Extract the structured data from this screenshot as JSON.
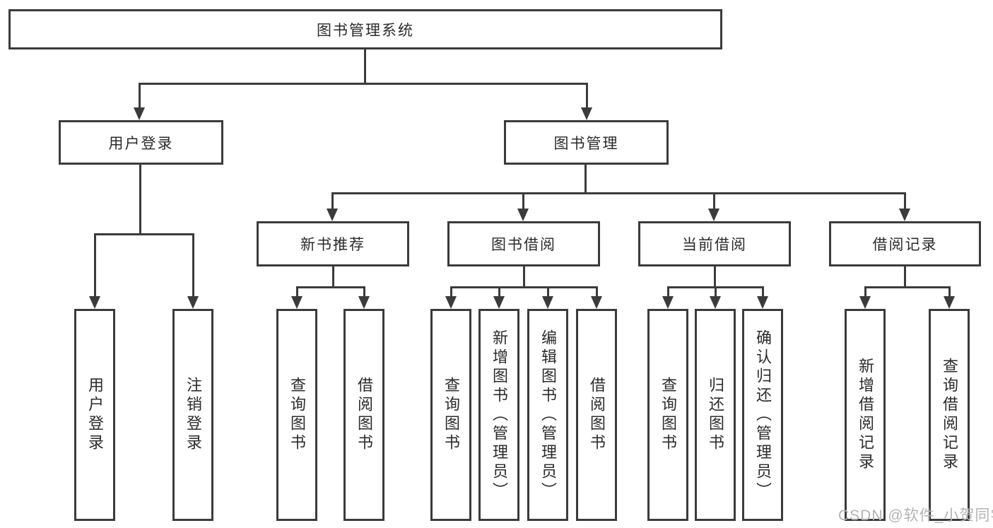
{
  "diagram_title": "图书管理系统",
  "tree": {
    "label": "图书管理系统",
    "children": [
      {
        "label": "用户登录",
        "children": [
          {
            "label": "用户登录"
          },
          {
            "label": "注销登录"
          }
        ]
      },
      {
        "label": "图书管理",
        "children": [
          {
            "label": "新书推荐",
            "children": [
              {
                "label": "查询图书"
              },
              {
                "label": "借阅图书"
              }
            ]
          },
          {
            "label": "图书借阅",
            "children": [
              {
                "label": "查询图书"
              },
              {
                "label": "新增图书（管理员）"
              },
              {
                "label": "编辑图书（管理员）"
              },
              {
                "label": "借阅图书"
              }
            ]
          },
          {
            "label": "当前借阅",
            "children": [
              {
                "label": "查询图书"
              },
              {
                "label": "归还图书"
              },
              {
                "label": "确认归还（管理员）"
              }
            ]
          },
          {
            "label": "借阅记录",
            "children": [
              {
                "label": "新增借阅记录"
              },
              {
                "label": "查询借阅记录"
              }
            ]
          }
        ]
      }
    ]
  },
  "watermark": {
    "text": "CSDN @软件_小贺同学"
  },
  "colors": {
    "line": "#3b3b3b",
    "text": "#2b2b2b",
    "background": "#ffffff",
    "watermark": "#b3b3b3"
  }
}
